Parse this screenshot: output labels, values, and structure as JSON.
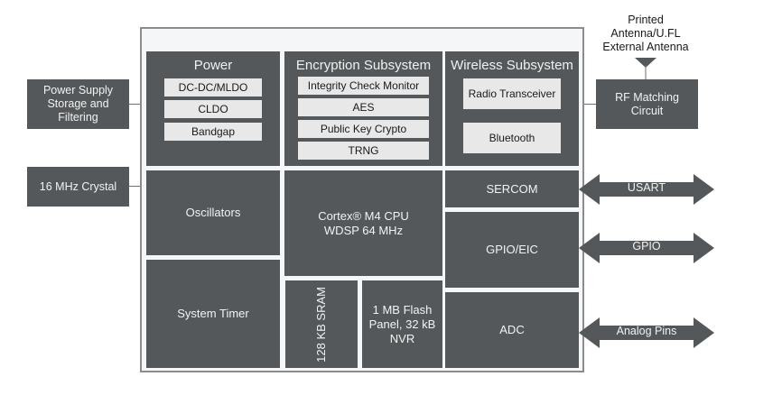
{
  "external": {
    "power_supply": "Power Supply\nStorage and\nFiltering",
    "crystal": "16 MHz Crystal",
    "rf_matching": "RF Matching\nCircuit",
    "antenna_label": "Printed\nAntenna/U.FL\nExternal Antenna"
  },
  "power": {
    "title": "Power",
    "items": [
      "DC-DC/MLDO",
      "CLDO",
      "Bandgap"
    ]
  },
  "encryption": {
    "title": "Encryption Subsystem",
    "items": [
      "Integrity Check Monitor",
      "AES",
      "Public Key Crypto",
      "TRNG"
    ]
  },
  "wireless": {
    "title": "Wireless Subsystem",
    "items": [
      "Radio Transceiver",
      "Bluetooth"
    ]
  },
  "blocks": {
    "oscillators": "Oscillators",
    "cpu_line1": "Cortex® M4 CPU",
    "cpu_line2": "WDSP 64 MHz",
    "system_timer": "System Timer",
    "sram": "128 KB SRAM",
    "flash": "1 MB Flash\nPanel, 32 kB\nNVR",
    "sercom": "SERCOM",
    "gpio_eic": "GPIO/EIC",
    "adc": "ADC"
  },
  "arrows": {
    "usart": "USART",
    "gpio": "GPIO",
    "analog": "Analog Pins"
  },
  "colors": {
    "block": "#55585a",
    "sub_block": "#e8e8e8",
    "chip_border": "#8a8c8e"
  }
}
